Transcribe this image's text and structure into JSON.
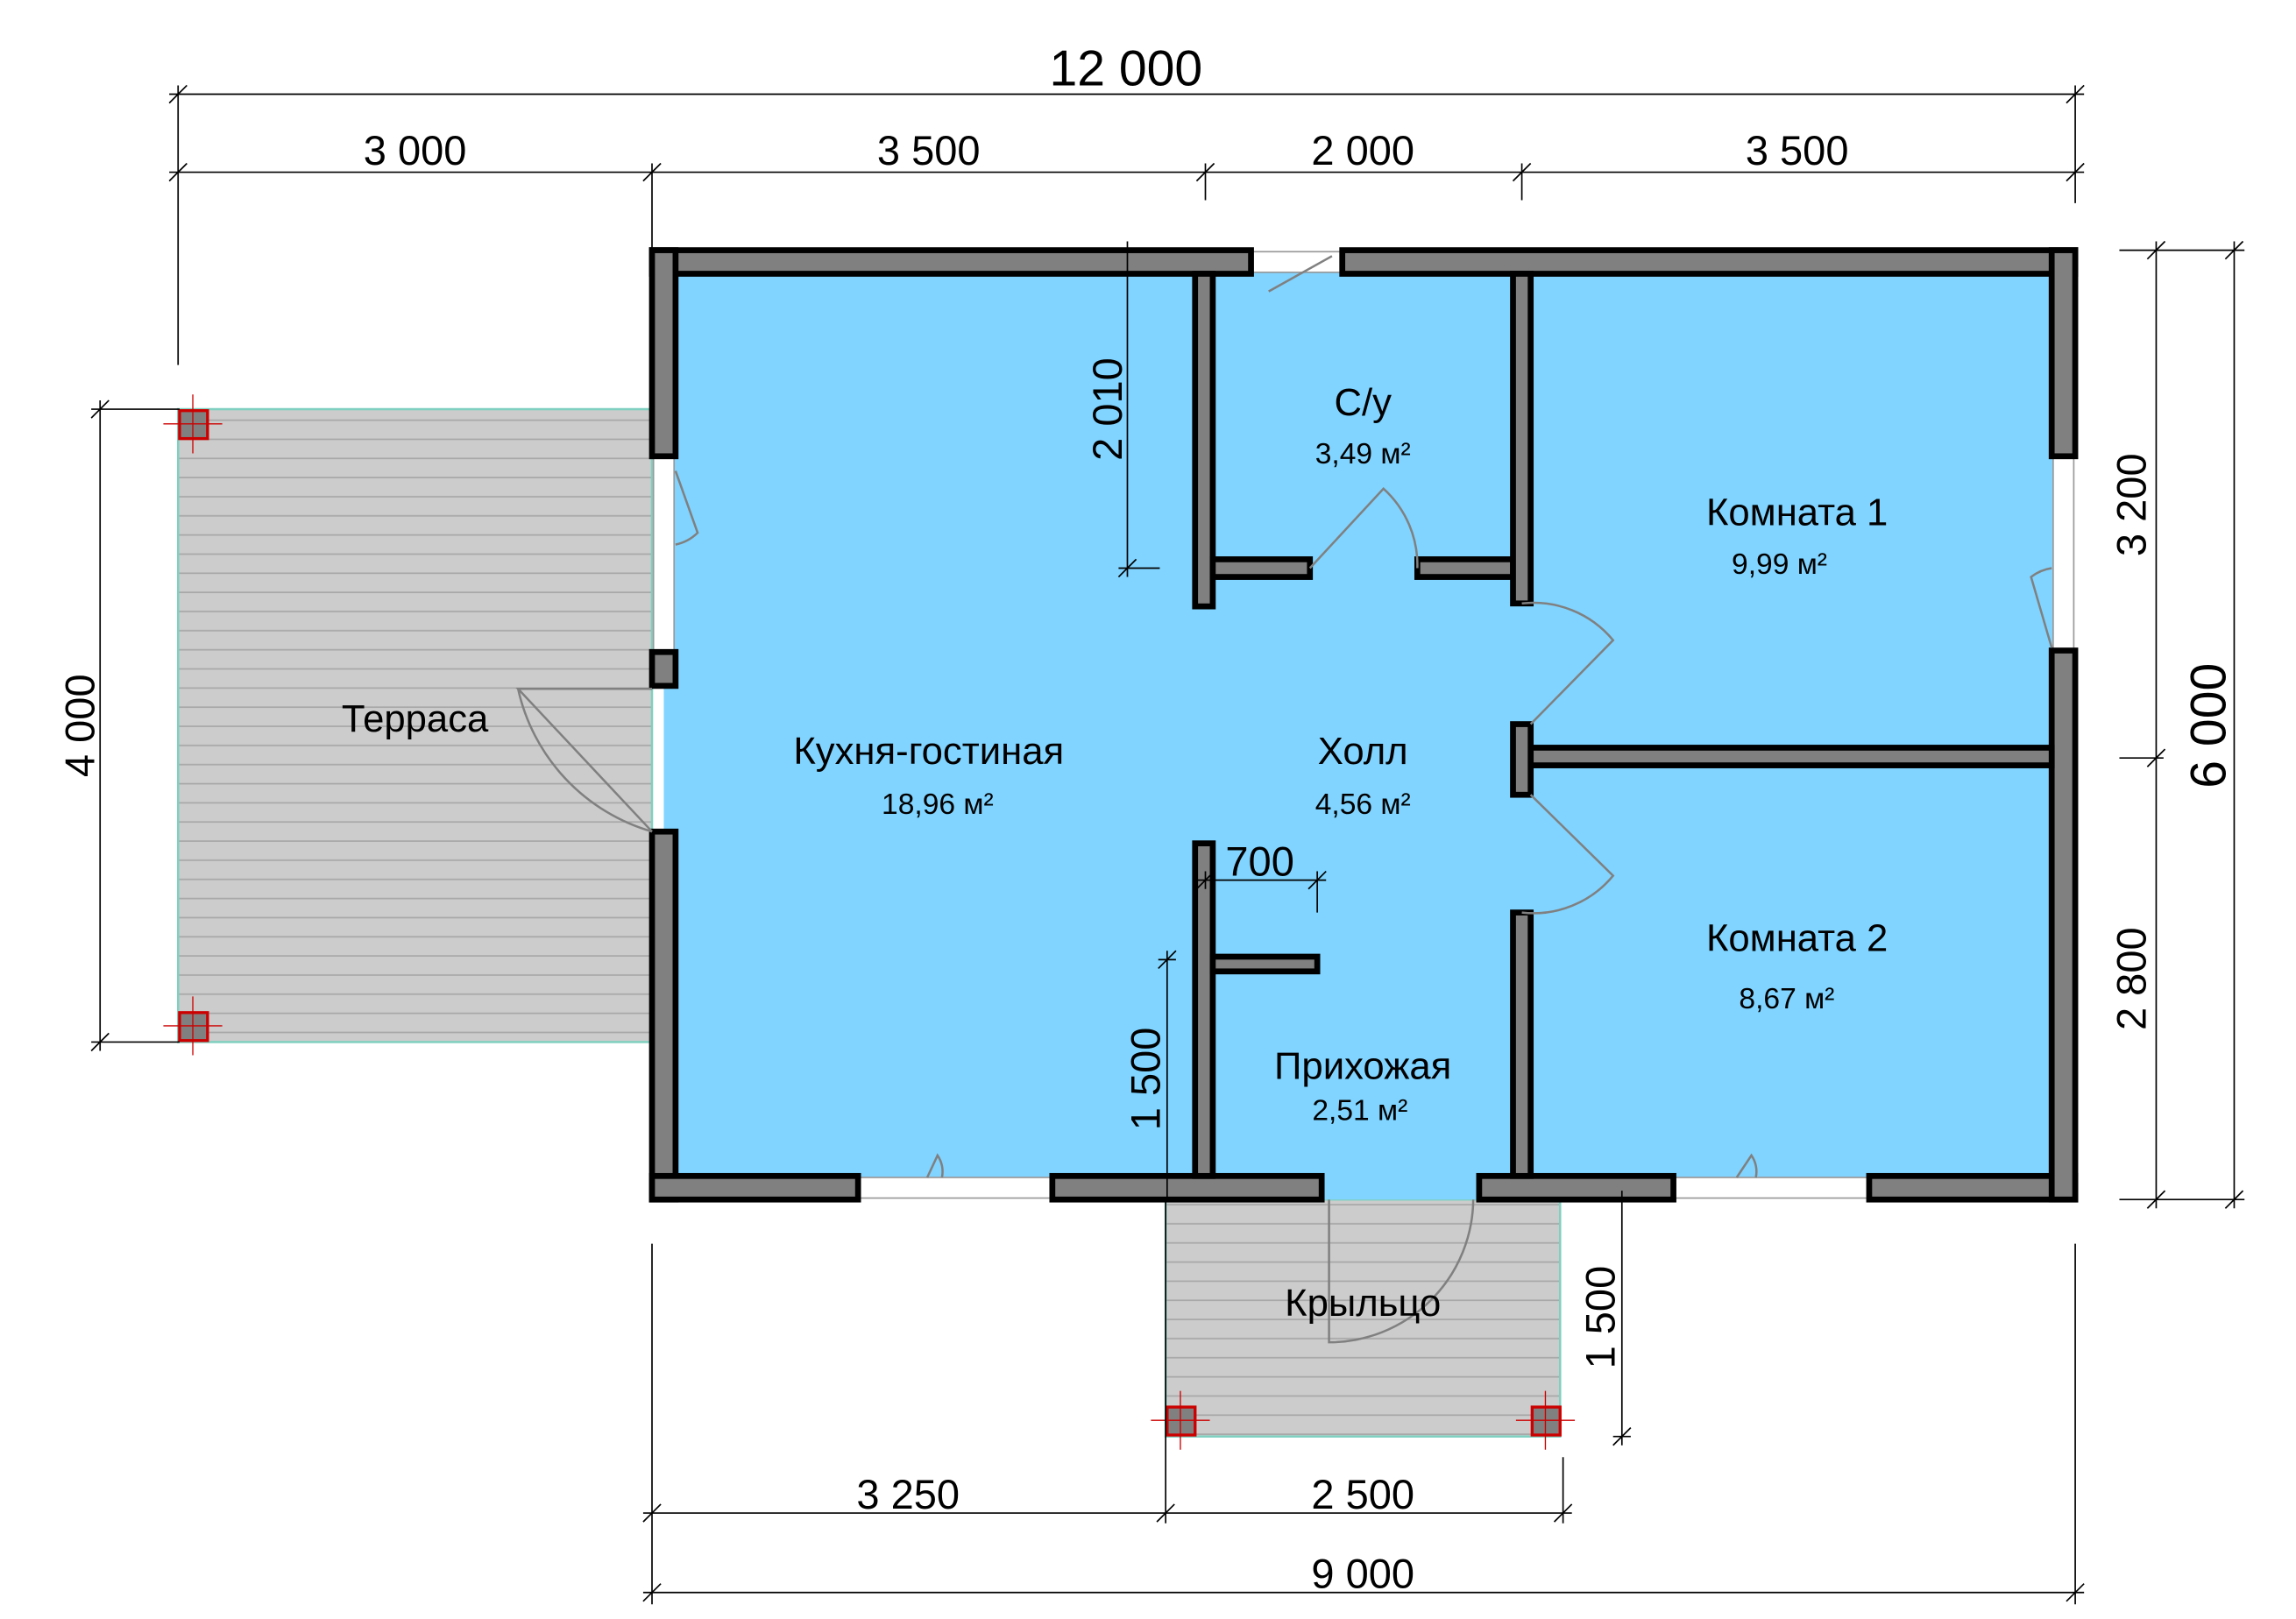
{
  "colors": {
    "floor": "#80d4ff",
    "wall": "#808080",
    "deck": "#cccccc",
    "post_outline": "#cc0000"
  },
  "rooms": [
    {
      "name": "Терраса",
      "area": ""
    },
    {
      "name": "Кухня-гостиная",
      "area": "18,96 м²"
    },
    {
      "name": "С/у",
      "area": "3,49 м²"
    },
    {
      "name": "Холл",
      "area": "4,56 м²"
    },
    {
      "name": "Комната 1",
      "area": "9,99 м²"
    },
    {
      "name": "Комната 2",
      "area": "8,67 м²"
    },
    {
      "name": "Прихожая",
      "area": "2,51 м²"
    },
    {
      "name": "Крыльцо",
      "area": ""
    }
  ],
  "dimensions": {
    "top_total": "12 000",
    "top_segments": [
      "3 000",
      "3 500",
      "2 000",
      "3 500"
    ],
    "bottom_segments": [
      "3 250",
      "2 500"
    ],
    "bottom_total": "9 000",
    "left_terrace": "4 000",
    "right_segments": [
      "3 200",
      "2 800"
    ],
    "right_total": "6 000",
    "kitchen_inner": "2 010",
    "hall_inner": "700",
    "entry_inner": "1 500",
    "porch_depth": "1 500"
  }
}
